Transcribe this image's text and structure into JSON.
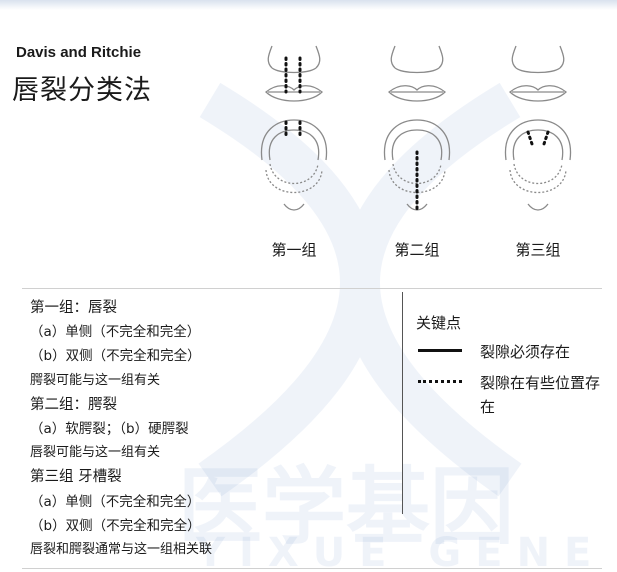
{
  "header": {
    "author": "Davis and Ritchie",
    "title": "唇裂分类法"
  },
  "figures": [
    {
      "label": "第一组",
      "icon": "cleft-lip-diagram"
    },
    {
      "label": "第二组",
      "icon": "cleft-palate-diagram"
    },
    {
      "label": "第三组",
      "icon": "alveolar-cleft-diagram"
    }
  ],
  "description": [
    {
      "text": "第一组：唇裂",
      "style": "h"
    },
    {
      "text": "（a）单侧（不完全和完全）",
      "style": "s"
    },
    {
      "text": "（b）双侧（不完全和完全）",
      "style": "s"
    },
    {
      "text": "腭裂可能与这一组有关",
      "style": "n"
    },
    {
      "text": "第二组：腭裂",
      "style": "h"
    },
    {
      "text": "（a）软腭裂；（b）硬腭裂",
      "style": "s"
    },
    {
      "text": "唇裂可能与这一组有关",
      "style": "n"
    },
    {
      "text": "第三组 牙槽裂",
      "style": "h"
    },
    {
      "text": "（a）单侧（不完全和完全）",
      "style": "s"
    },
    {
      "text": "（b）双侧（不完全和完全）",
      "style": "s"
    },
    {
      "text": "唇裂和腭裂通常与这一组相关联",
      "style": "n"
    }
  ],
  "key": {
    "title": "关键点",
    "solid": "裂隙必须存在",
    "dotted": "裂隙在有些位置存在"
  },
  "watermark": {
    "text_top": "医学基因",
    "text_bottom": "YIXUE GENE"
  }
}
